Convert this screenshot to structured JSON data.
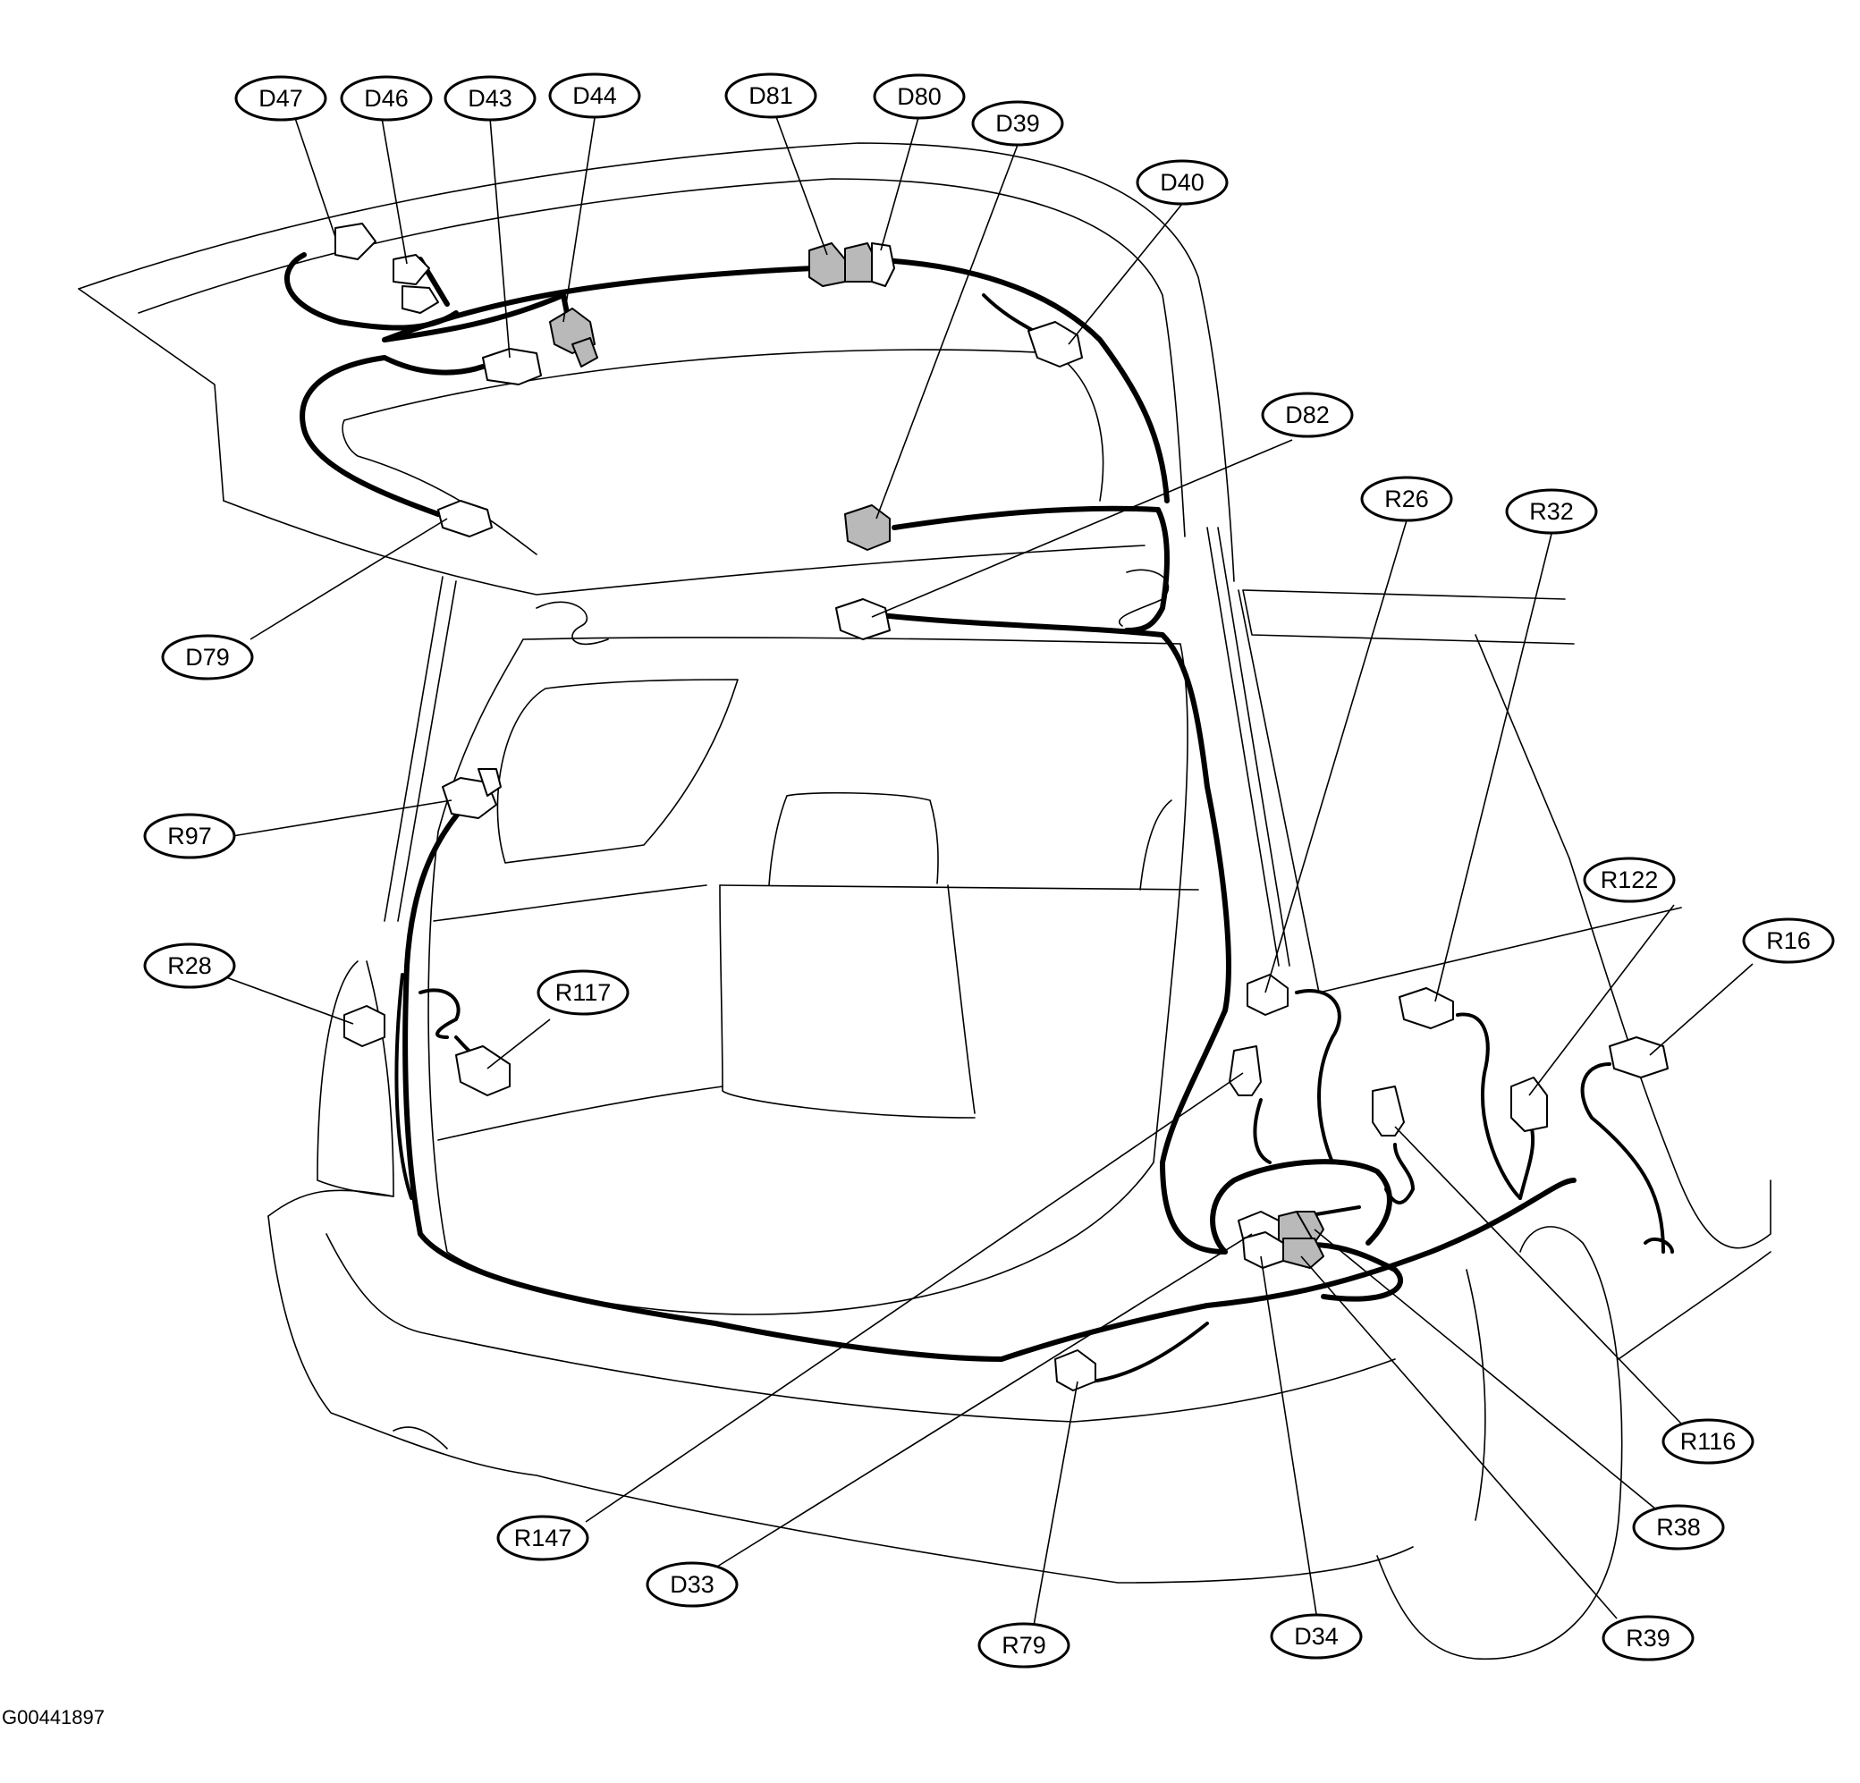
{
  "figure_code": "G00441897",
  "callouts": {
    "D47": "D47",
    "D46": "D46",
    "D43": "D43",
    "D44": "D44",
    "D81": "D81",
    "D80": "D80",
    "D39": "D39",
    "D40": "D40",
    "D82": "D82",
    "D79": "D79",
    "R26": "R26",
    "R32": "R32",
    "R97": "R97",
    "R122": "R122",
    "R16": "R16",
    "R28": "R28",
    "R117": "R117",
    "R116": "R116",
    "R147": "R147",
    "R38": "R38",
    "D33": "D33",
    "R79": "R79",
    "D34": "D34",
    "R39": "R39"
  }
}
